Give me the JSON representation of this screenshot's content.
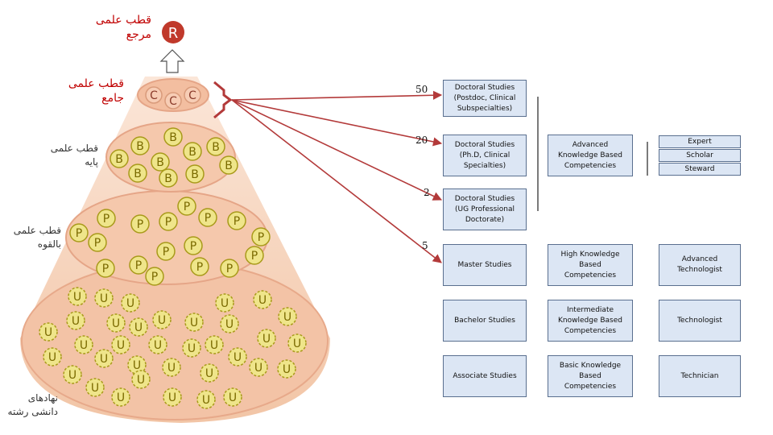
{
  "top": {
    "r_letter": "R",
    "label_line1": "قطب علمی",
    "label_line2": "مرجع"
  },
  "layer_labels": {
    "c_line1": "قطب علمی",
    "c_line2": "جامع",
    "b_line1": "قطب علمی",
    "b_line2": "پایه",
    "p_line1": "قطب علمی",
    "p_line2": "بالقوه",
    "u_line1": "نهادهای",
    "u_line2": "دانشی رشته"
  },
  "arrow_values": [
    "50",
    "20",
    "2",
    "5"
  ],
  "letters": {
    "c": "C",
    "b": "B",
    "p": "P",
    "u": "U"
  },
  "education_boxes": [
    "Doctoral Studies\n(Postdoc, Clinical\nSubspecialties)",
    "Doctoral Studies\n(Ph.D, Clinical\nSpecialties)",
    "Doctoral Studies\n(UG Professional\nDoctorate)",
    "Master Studies",
    "Bachelor Studies",
    "Associate Studies"
  ],
  "competency_boxes": [
    "Advanced\nKnowledge Based\nCompetencies",
    "High Knowledge\nBased\nCompetencies",
    "Intermediate\nKnowledge Based\nCompetencies",
    "Basic Knowledge\nBased\nCompetencies"
  ],
  "role_boxes": [
    "Expert",
    "Scholar",
    "Steward",
    "Advanced\nTechnologist",
    "Technologist",
    "Technician"
  ],
  "colors": {
    "red_label": "#c00000",
    "dark_label": "#333333",
    "circle_fill": "#efe58a",
    "circle_stroke": "#a89a1a",
    "letter_color": "#7a6a00",
    "arrow_color": "#b33a3a",
    "r_circle": "#c0392b",
    "box_fill": "#dce6f4"
  }
}
